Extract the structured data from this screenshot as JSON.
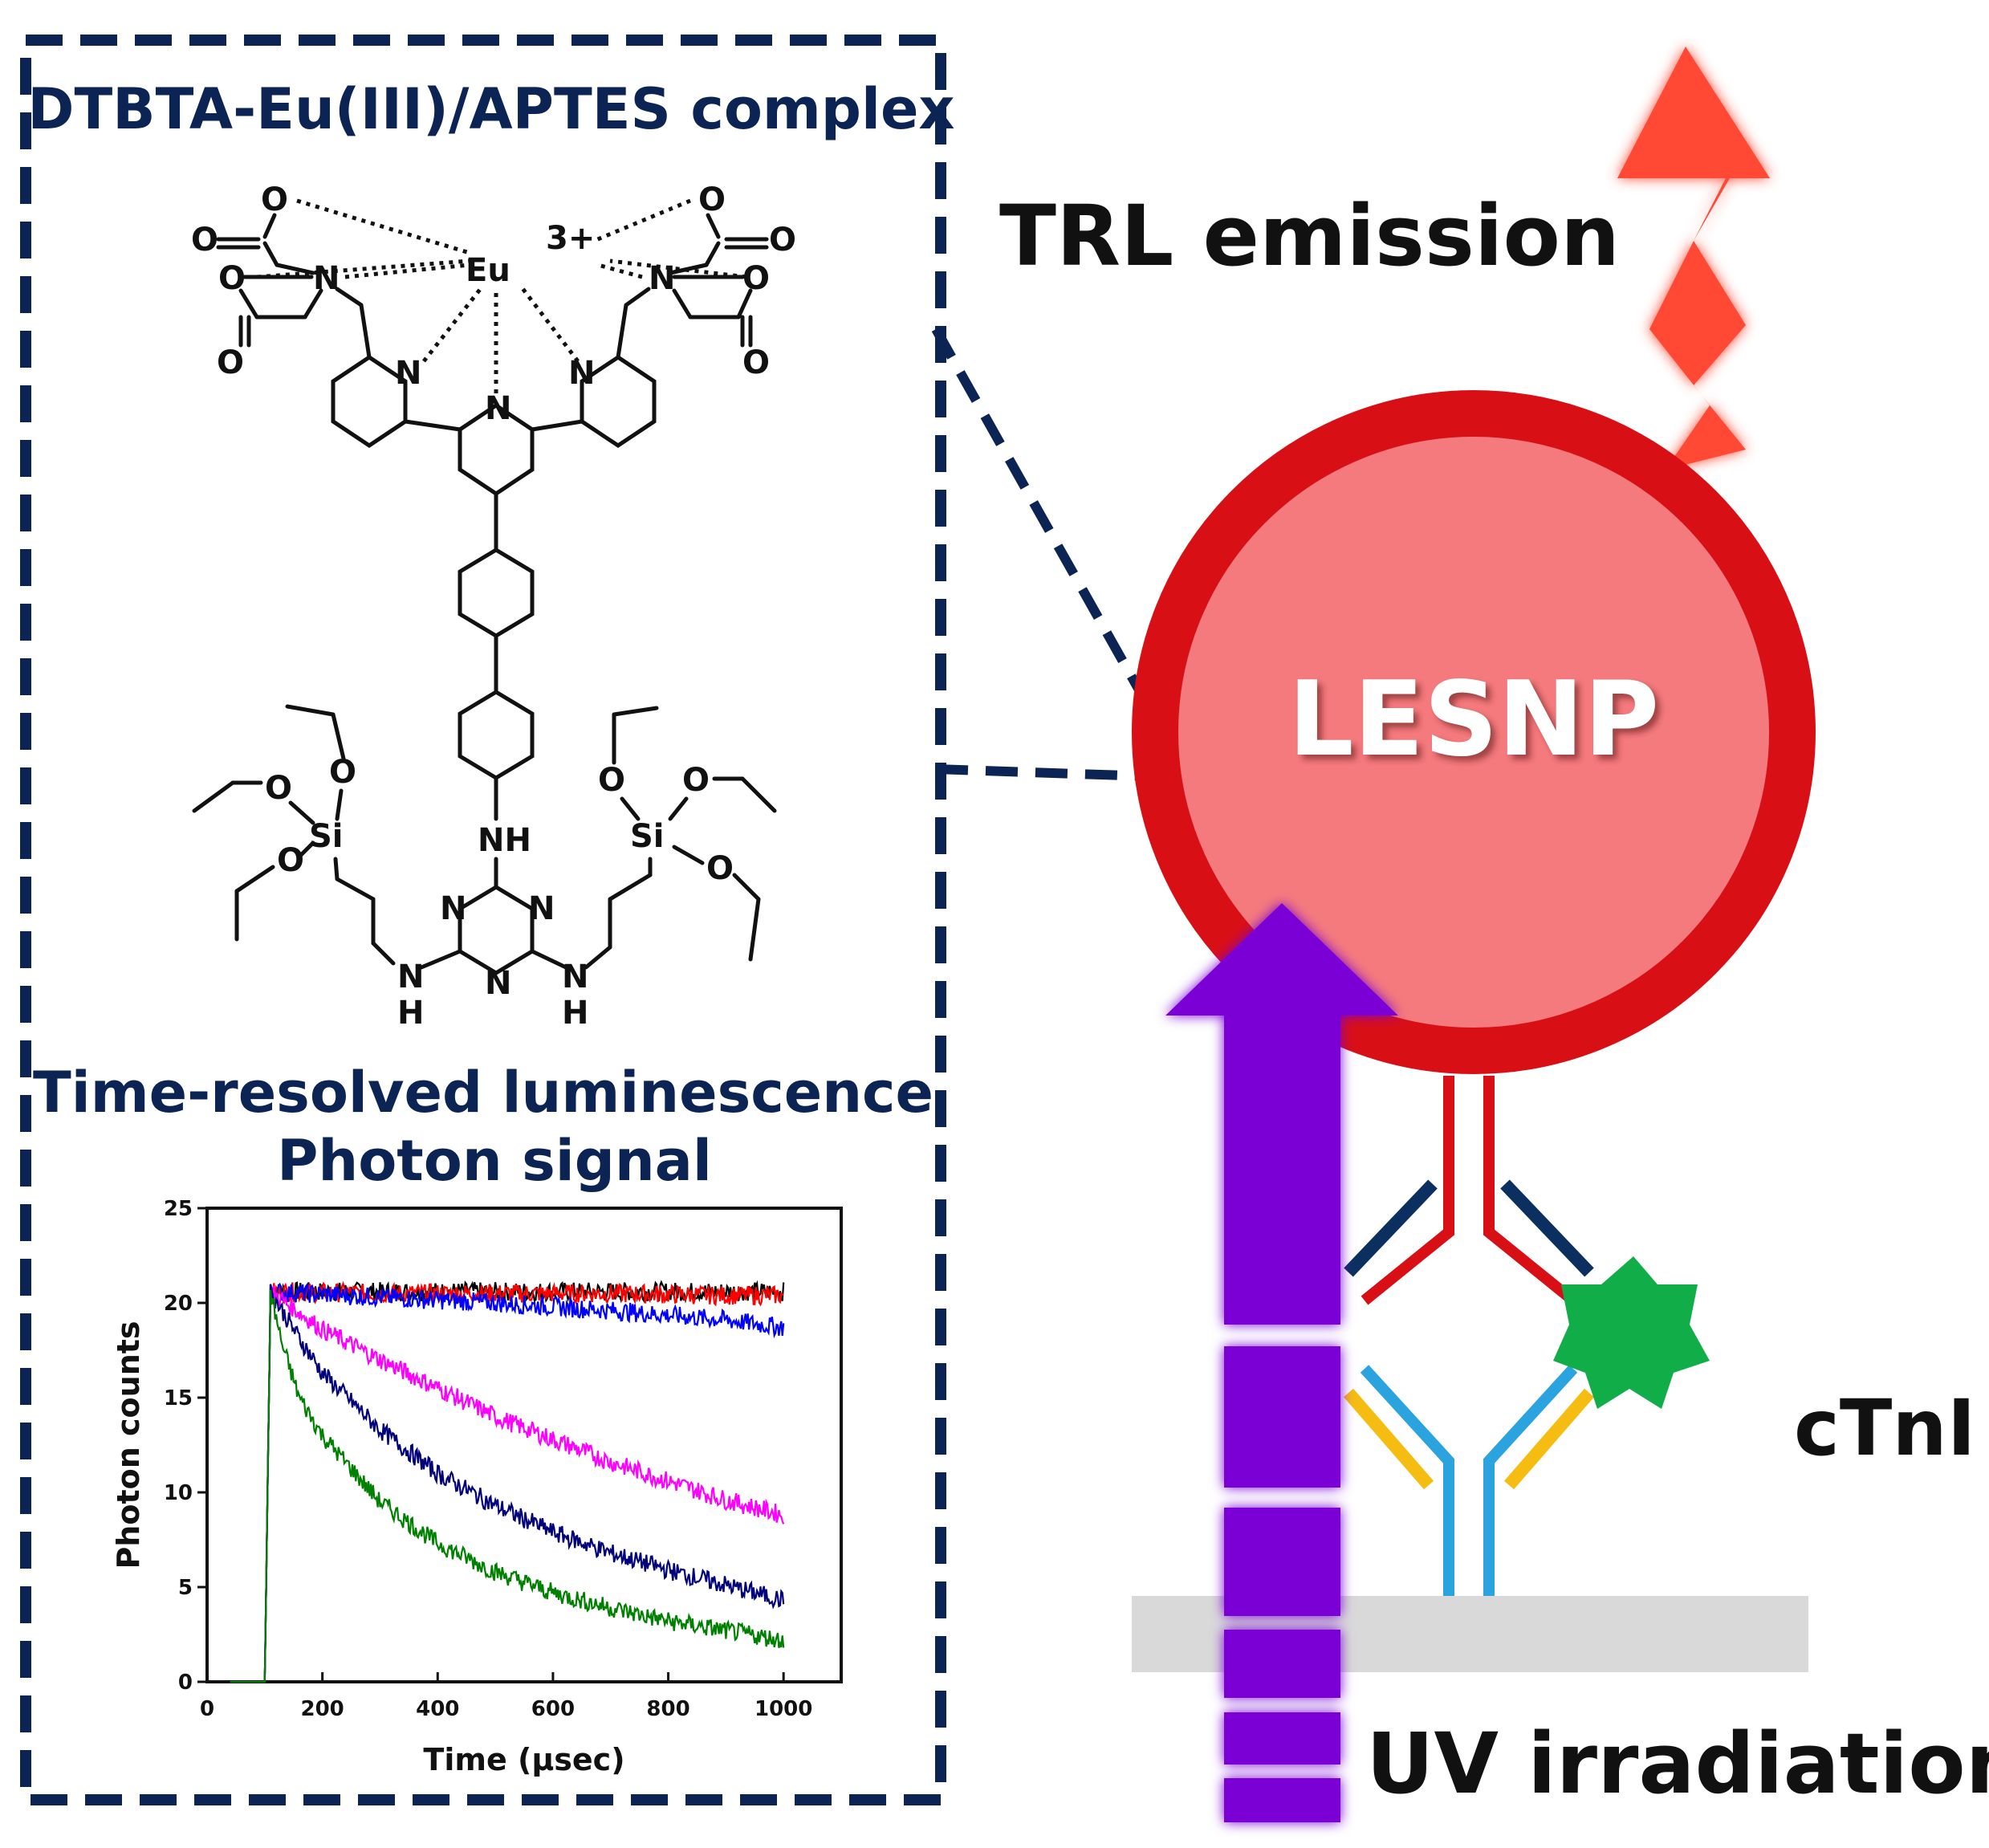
{
  "panel": {
    "title": "DTBTA-Eu(III)/APTES complex",
    "section_title_line1": "Time-resolved luminescence",
    "section_title_line2": "Photon signal"
  },
  "molecule_labels": {
    "eu": "Eu",
    "charge": "3+",
    "o": "O",
    "n": "N",
    "nh": "NH",
    "h": "H",
    "si": "Si"
  },
  "labels": {
    "trl_emission": "TRL emission",
    "nanoparticle": "LESNP",
    "analyte": "cTnI",
    "uv_irradiation": "UV irradiation"
  },
  "colors": {
    "panel_border": "#0b2454",
    "nanoparticle_ring": "#d90f16",
    "nanoparticle_fill": "#f57a7d",
    "emission_arrow": "#ff4a36",
    "uv_arrow": "#7a00d6",
    "capture_antibody": "#2ba3df",
    "capture_antibody_sidebar": "#f5bd12",
    "detection_antibody": "#d90f16",
    "detection_antibody_sidebar": "#0b3060",
    "analyte": "#11ad48",
    "substrate": "#d9d9d9"
  },
  "chart_data": {
    "type": "line",
    "xlabel": "Time (μsec)",
    "ylabel": "Photon counts",
    "xlim": [
      0,
      1100
    ],
    "ylim": [
      0,
      25
    ],
    "xticks": [
      0,
      200,
      400,
      600,
      800,
      1000
    ],
    "yticks": [
      0,
      5,
      10,
      15,
      20,
      25
    ],
    "grid": false,
    "x_start": 40,
    "x_end": 1000,
    "series": [
      {
        "color": "#000000",
        "points": [
          [
            40,
            0
          ],
          [
            100,
            0
          ],
          [
            110,
            20.6
          ],
          [
            300,
            20.6
          ],
          [
            500,
            20.6
          ],
          [
            700,
            20.6
          ],
          [
            900,
            20.6
          ],
          [
            1000,
            20.6
          ]
        ]
      },
      {
        "color": "#ff0000",
        "points": [
          [
            40,
            0
          ],
          [
            100,
            0
          ],
          [
            110,
            20.6
          ],
          [
            300,
            20.5
          ],
          [
            500,
            20.5
          ],
          [
            700,
            20.5
          ],
          [
            900,
            20.4
          ],
          [
            1000,
            20.4
          ]
        ]
      },
      {
        "color": "#0000ff",
        "points": [
          [
            40,
            0
          ],
          [
            100,
            0
          ],
          [
            110,
            20.6
          ],
          [
            300,
            20.3
          ],
          [
            500,
            20.0
          ],
          [
            700,
            19.6
          ],
          [
            900,
            19.1
          ],
          [
            1000,
            18.7
          ]
        ]
      },
      {
        "color": "#ff00ff",
        "points": [
          [
            40,
            0
          ],
          [
            100,
            0
          ],
          [
            110,
            20.6
          ],
          [
            200,
            18.6
          ],
          [
            300,
            17.0
          ],
          [
            400,
            15.5
          ],
          [
            500,
            14.0
          ],
          [
            600,
            12.8
          ],
          [
            700,
            11.6
          ],
          [
            800,
            10.6
          ],
          [
            900,
            9.6
          ],
          [
            1000,
            8.8
          ]
        ]
      },
      {
        "color": "#00007a",
        "points": [
          [
            40,
            0
          ],
          [
            100,
            0
          ],
          [
            110,
            20.6
          ],
          [
            150,
            18.6
          ],
          [
            200,
            16.3
          ],
          [
            300,
            13.3
          ],
          [
            400,
            11.0
          ],
          [
            500,
            9.3
          ],
          [
            600,
            7.9
          ],
          [
            700,
            6.8
          ],
          [
            800,
            5.9
          ],
          [
            900,
            5.1
          ],
          [
            1000,
            4.3
          ]
        ]
      },
      {
        "color": "#008000",
        "points": [
          [
            40,
            0
          ],
          [
            100,
            0
          ],
          [
            110,
            20.6
          ],
          [
            130,
            17.8
          ],
          [
            160,
            15.0
          ],
          [
            200,
            13.0
          ],
          [
            300,
            9.5
          ],
          [
            400,
            7.3
          ],
          [
            500,
            5.8
          ],
          [
            600,
            4.7
          ],
          [
            700,
            3.9
          ],
          [
            800,
            3.2
          ],
          [
            900,
            2.7
          ],
          [
            1000,
            2.2
          ]
        ]
      }
    ]
  }
}
